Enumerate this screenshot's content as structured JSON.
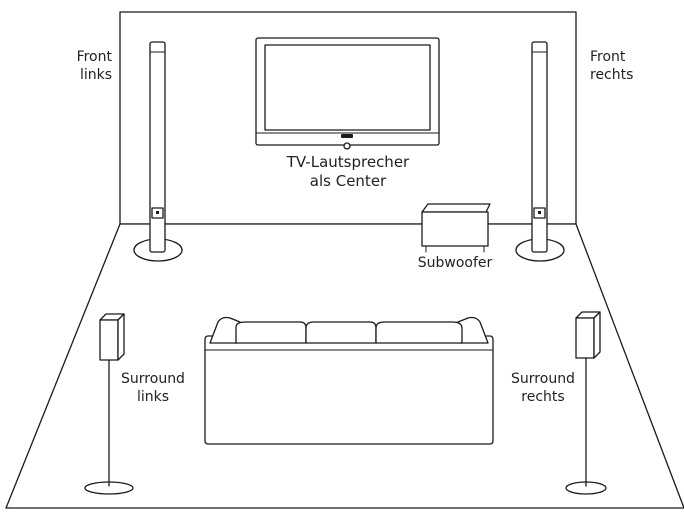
{
  "labels": {
    "front_left": [
      "Front",
      "links"
    ],
    "front_right": [
      "Front",
      "rechts"
    ],
    "center": [
      "TV-Lautsprecher",
      "als Center"
    ],
    "subwoofer": "Subwoofer",
    "surround_left": [
      "Surround",
      "links"
    ],
    "surround_right": [
      "Surround",
      "rechts"
    ]
  },
  "colors": {
    "line": "#1a1a1a",
    "background": "#ffffff",
    "text": "#222222"
  }
}
